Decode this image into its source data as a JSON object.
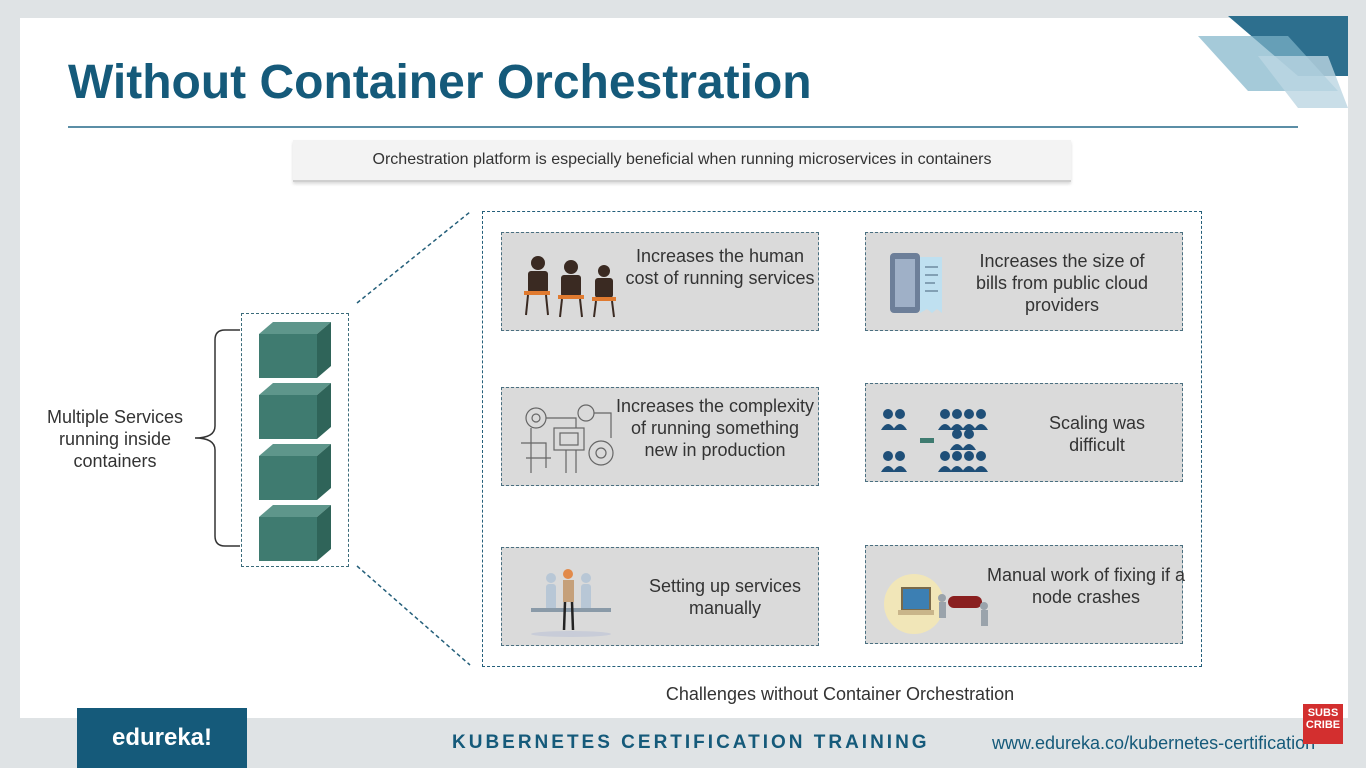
{
  "slide": {
    "title": "Without Container Orchestration",
    "subtitle": "Orchestration platform is especially beneficial when running microservices in containers",
    "left_label": "Multiple Services running inside containers",
    "caption": "Challenges without Container Orchestration",
    "cards": [
      {
        "text": "Increases the human cost of running services",
        "icon": "business-people-icon"
      },
      {
        "text": "Increases the size of bills from public cloud providers",
        "icon": "billing-icon"
      },
      {
        "text": "Increases the complexity of running something new in production",
        "icon": "complex-machinery-icon"
      },
      {
        "text": "Scaling was difficult",
        "icon": "user-groups-icon"
      },
      {
        "text": "Setting up services manually",
        "icon": "manual-setup-icon"
      },
      {
        "text": "Manual work of fixing if a node crashes",
        "icon": "repair-workers-icon"
      }
    ]
  },
  "footer": {
    "logo": "edureka!",
    "course": "KUBERNETES CERTIFICATION TRAINING",
    "url": "www.edureka.co/kubernetes-certification",
    "subscribe_line1": "SUBS",
    "subscribe_line2": "CRIBE"
  },
  "colors": {
    "accent": "#155a7a",
    "cube": "#3f7b70",
    "card_bg": "#dadada"
  }
}
